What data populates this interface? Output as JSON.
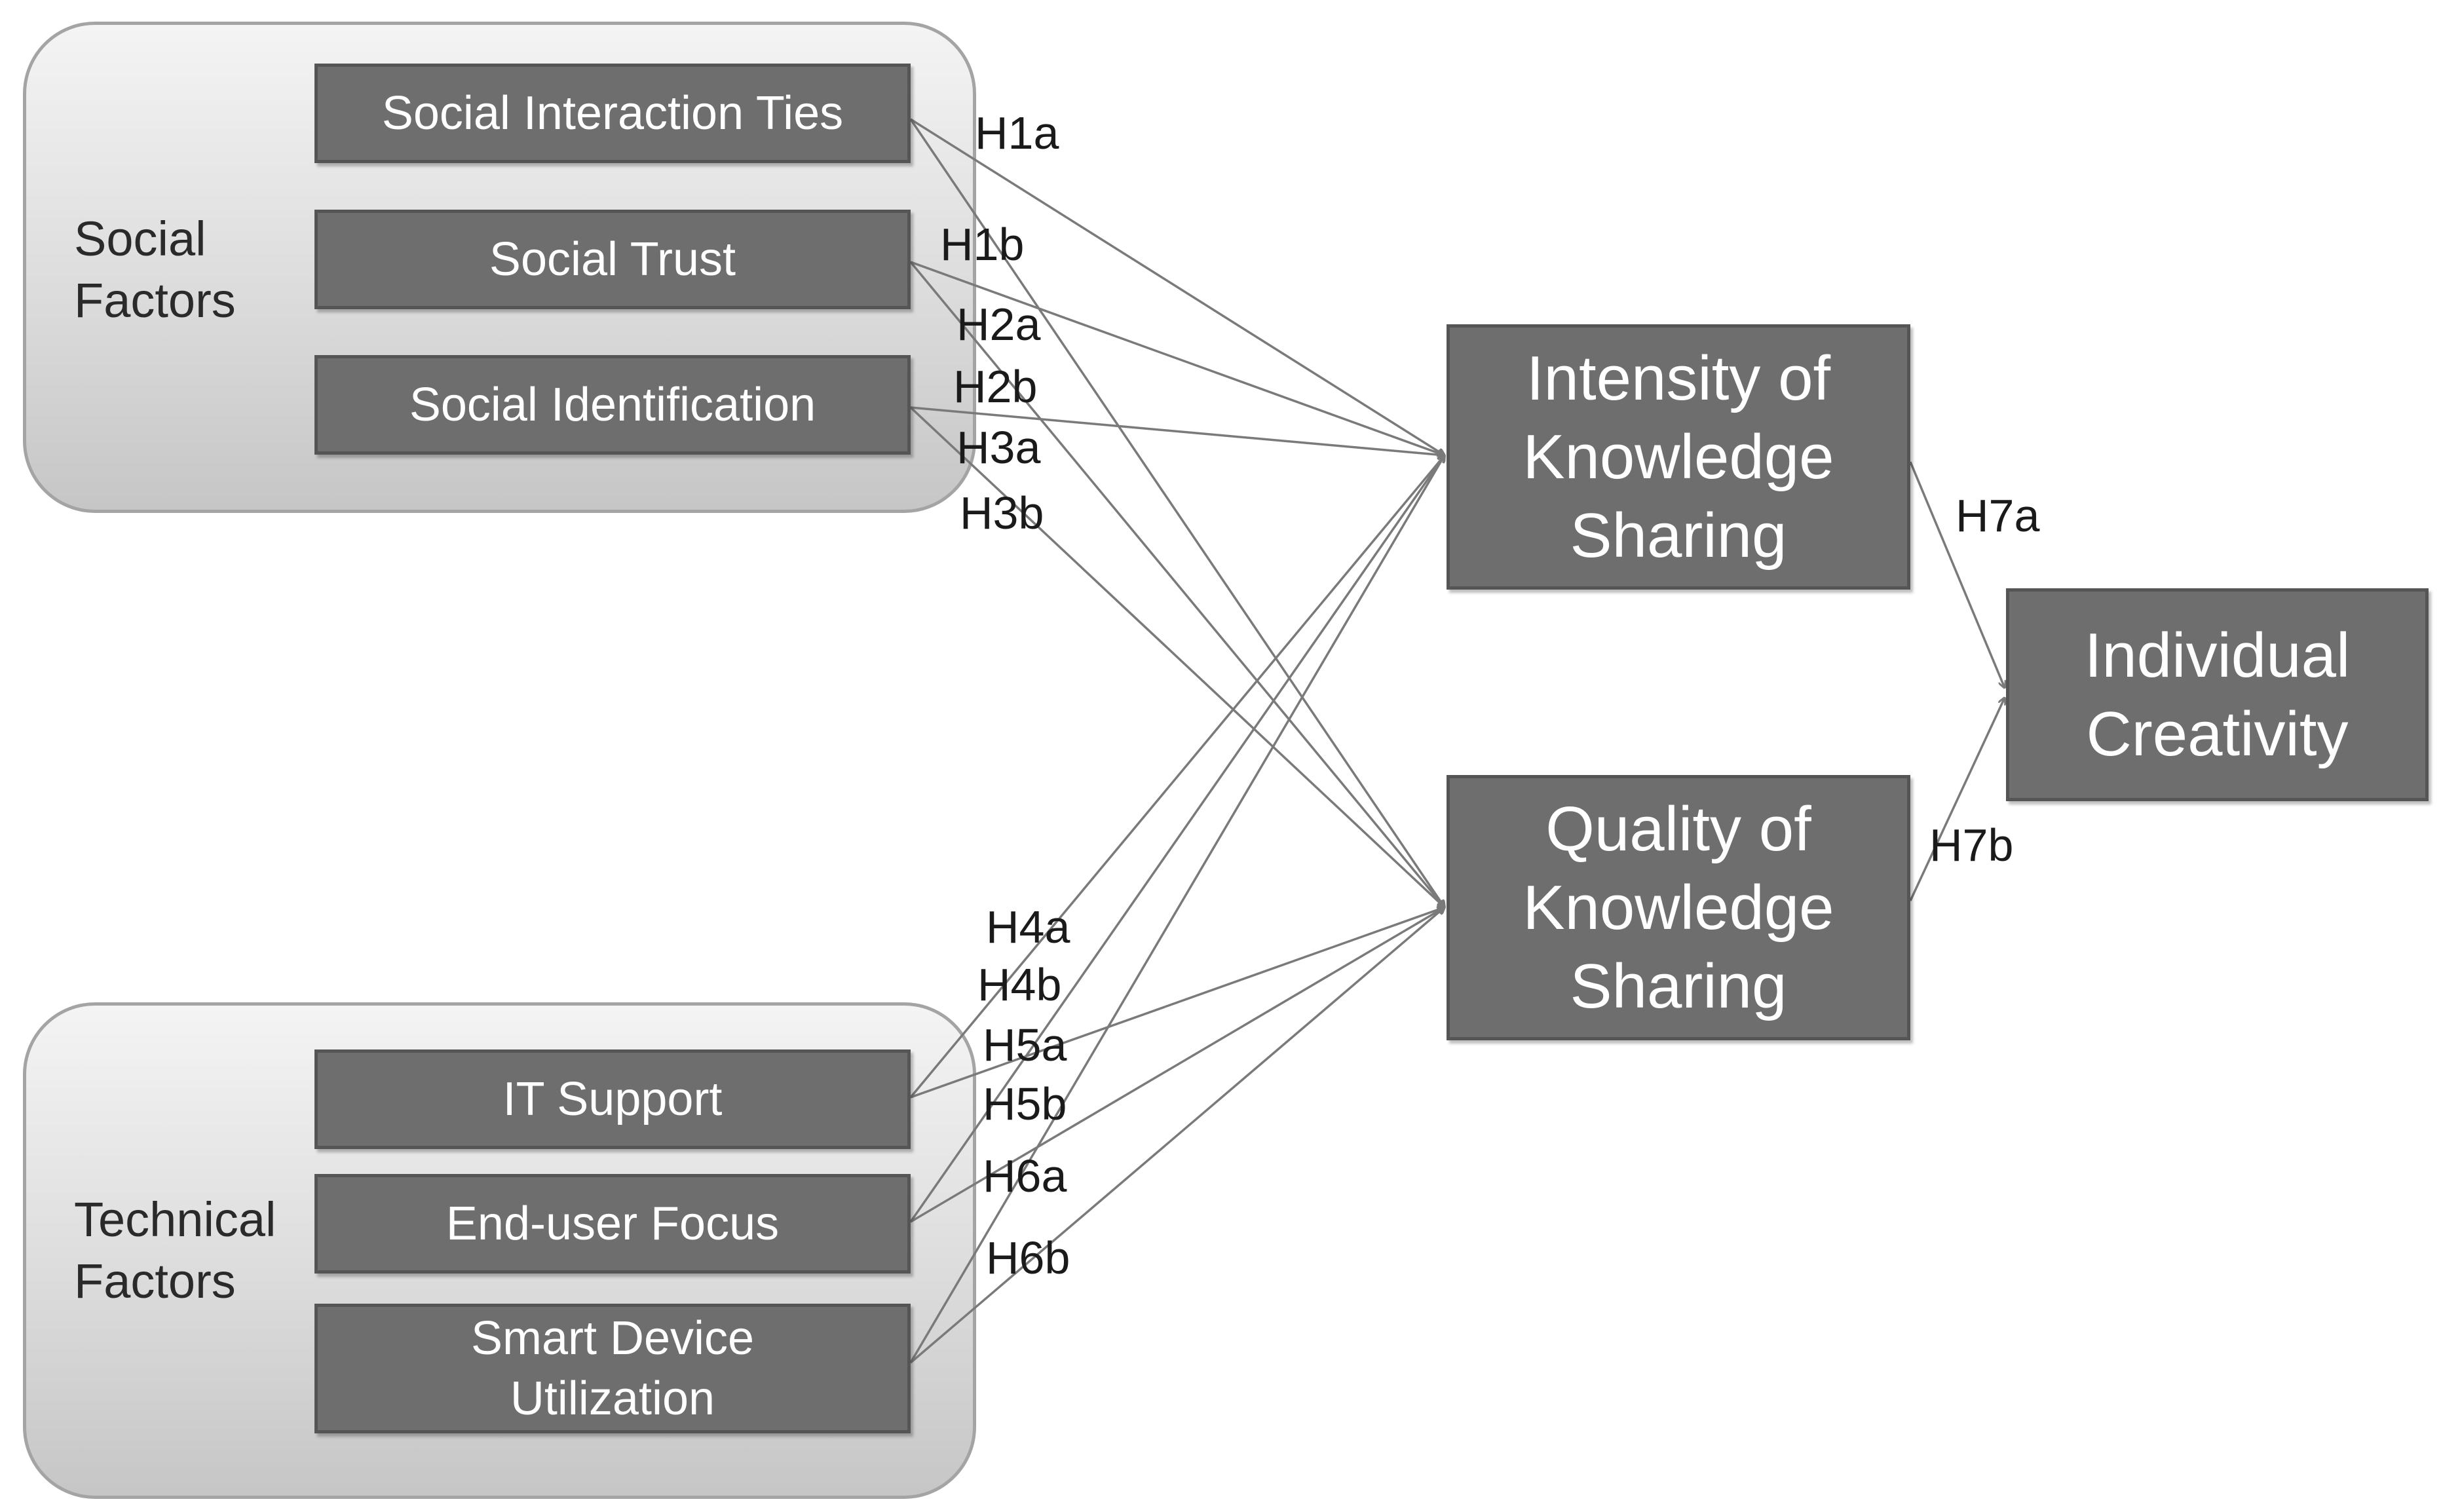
{
  "groups": {
    "social": {
      "label": "Social\nFactors"
    },
    "technical": {
      "label": "Technical\nFactors"
    }
  },
  "factors": {
    "social_interaction_ties": "Social Interaction Ties",
    "social_trust": "Social Trust",
    "social_identification": "Social Identification",
    "it_support": "IT Support",
    "end_user_focus": "End-user Focus",
    "smart_device_utilization": "Smart Device\nUtilization"
  },
  "outcomes": {
    "intensity": "Intensity of\nKnowledge\nSharing",
    "quality": "Quality of\nKnowledge\nSharing",
    "creativity": "Individual\nCreativity"
  },
  "hypotheses": {
    "h1a": "H1a",
    "h1b": "H1b",
    "h2a": "H2a",
    "h2b": "H2b",
    "h3a": "H3a",
    "h3b": "H3b",
    "h4a": "H4a",
    "h4b": "H4b",
    "h5a": "H5a",
    "h5b": "H5b",
    "h6a": "H6a",
    "h6b": "H6b",
    "h7a": "H7a",
    "h7b": "H7b"
  },
  "colors": {
    "box_fill": "#6e6e6e",
    "box_text": "#ffffff",
    "group_fill": "#d8d8d8",
    "edge": "#7a7a7a"
  }
}
